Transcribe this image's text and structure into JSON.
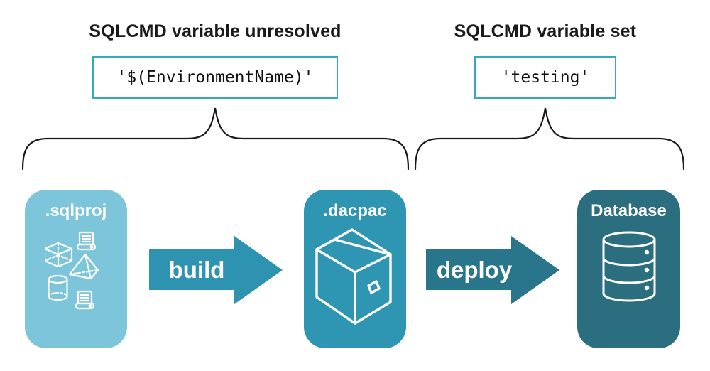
{
  "annotations": {
    "unresolved": {
      "title": "SQLCMD variable unresolved",
      "value": "'$(EnvironmentName)'"
    },
    "set": {
      "title": "SQLCMD variable set",
      "value": "'testing'"
    }
  },
  "pipeline": {
    "nodes": [
      {
        "id": "sqlproj",
        "label": ".sqlproj",
        "color": "#7cc5da",
        "icons": [
          "scroll-icon",
          "cube-icon",
          "pyramid-icon",
          "cylinder-icon",
          "scroll-icon"
        ]
      },
      {
        "id": "dacpac",
        "label": ".dacpac",
        "color": "#2e96b3",
        "icons": [
          "package-box-icon"
        ]
      },
      {
        "id": "database",
        "label": "Database",
        "color": "#2b6e80",
        "icons": [
          "database-stack-icon"
        ]
      }
    ],
    "arrows": [
      {
        "label": "build",
        "color": "#2d93b0"
      },
      {
        "label": "deploy",
        "color": "#28758c"
      }
    ]
  },
  "colors": {
    "background": "#ffffff",
    "heading-text": "#1a1a1a",
    "brace": "#1a1a1a",
    "value-box-border": "#3aa7c0",
    "node-text": "#ffffff",
    "node-sqlproj": "#7cc5da",
    "node-dacpac": "#2e96b3",
    "node-database": "#2b6e80",
    "arrow-build": "#2d93b0",
    "arrow-deploy": "#28758c"
  }
}
